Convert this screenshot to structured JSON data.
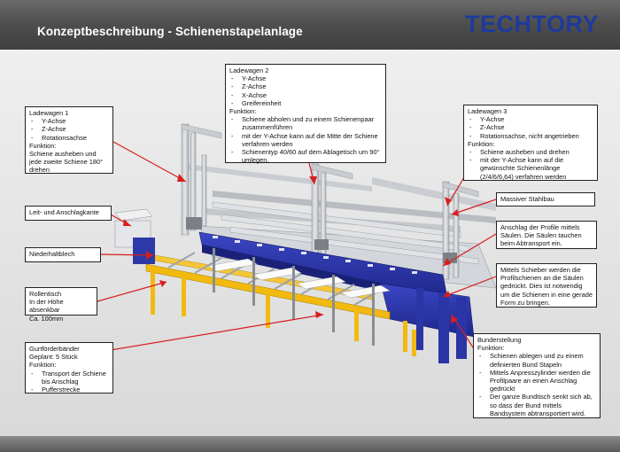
{
  "header": {
    "title": "Konzeptbeschreibung - Schienenstapelanlage",
    "logo": "TECHTORY"
  },
  "colors": {
    "header": "#4f4f4f",
    "logo": "#1e3a9c",
    "conveyor_blue": "#2832a8",
    "roller_yellow": "#f2b90f",
    "leader_red": "#d81e1e"
  },
  "callouts": {
    "ladewagen1": {
      "title": "Ladewagen 1",
      "items": [
        "Y-Achse",
        "Z-Achse",
        "Rotationsachse"
      ],
      "funktion_label": "Funktion:",
      "text": "Schiene ausheben und jede zweite Schiene 180° drehen"
    },
    "ladewagen2": {
      "title": "Ladewagen 2",
      "items": [
        "Y-Achse",
        "Z-Achse",
        "X-Achse",
        "Greifereinheit"
      ],
      "funktion_label": "Funktion:",
      "funktion_items": [
        "Schiene abholen und zu einem Schienenpaar zusammenführen",
        "mit der Y-Achse kann auf die Mitte der Schiene verfahren werden",
        "Schienentyp 40/60 auf dem Ablagetisch um 90° umlegen."
      ]
    },
    "ladewagen3": {
      "title": "Ladewagen 3",
      "items": [
        "Y-Achse",
        "Z-Achse",
        "Rotationsachse, nicht angetrieben"
      ],
      "funktion_label": "Funktion:",
      "funktion_items": [
        "Schiene ausheben und drehen",
        "mit der Y-Achse kann auf die gewünschte Schienenlänge (2/4/6/6,64) verfahren werden"
      ]
    },
    "leit": {
      "text": "Leit- und Anschlagkante"
    },
    "niederhalt": {
      "text": "Niederhaltblech"
    },
    "rollentisch": {
      "lines": [
        "Rollentisch",
        "In der Höhe absenkbar",
        "Ca. 100mm"
      ]
    },
    "gurt": {
      "lines": [
        "Gurtförderbänder",
        "Geplant: 5 Stück",
        "Funktion:"
      ],
      "funktion_items": [
        "Transport der Schiene bis Anschlag",
        "Pufferstrecke"
      ]
    },
    "stahlbau": {
      "text": "Massiver Stahlbau"
    },
    "anschlag": {
      "text": "Anschlag der Profile mittels Säulen. Die Säulen tauchen beim Abtransport ein."
    },
    "schieber": {
      "text": "Mittels Schieber werden die Profilschienen an die Säulen gedrückt. Dies ist notwendig um die Schienen in eine gerade Form zu bringen."
    },
    "bund": {
      "title": "Bunderstellung",
      "funktion_label": "Funktion:",
      "funktion_items": [
        "Schienen ablegen und zu einem definierten Bund Stapeln",
        "Mittels Anpresszylinder werden die Profilpaare an einen Anschlag gedrückt",
        "Der ganze Bundtisch senkt sich ab, so dass der Bund mittels Bandsystem abtransportiert wird."
      ]
    }
  }
}
